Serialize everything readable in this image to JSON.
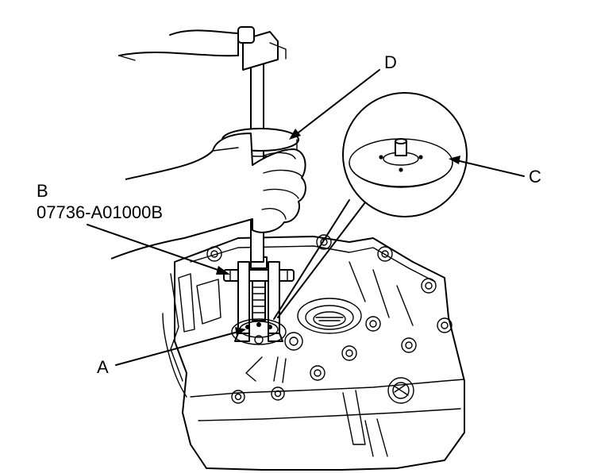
{
  "callouts": {
    "a": "A",
    "b": "B",
    "b_part_number": "07736-A01000B",
    "c": "C",
    "d": "D"
  },
  "colors": {
    "line": "#000000",
    "background": "#ffffff"
  }
}
